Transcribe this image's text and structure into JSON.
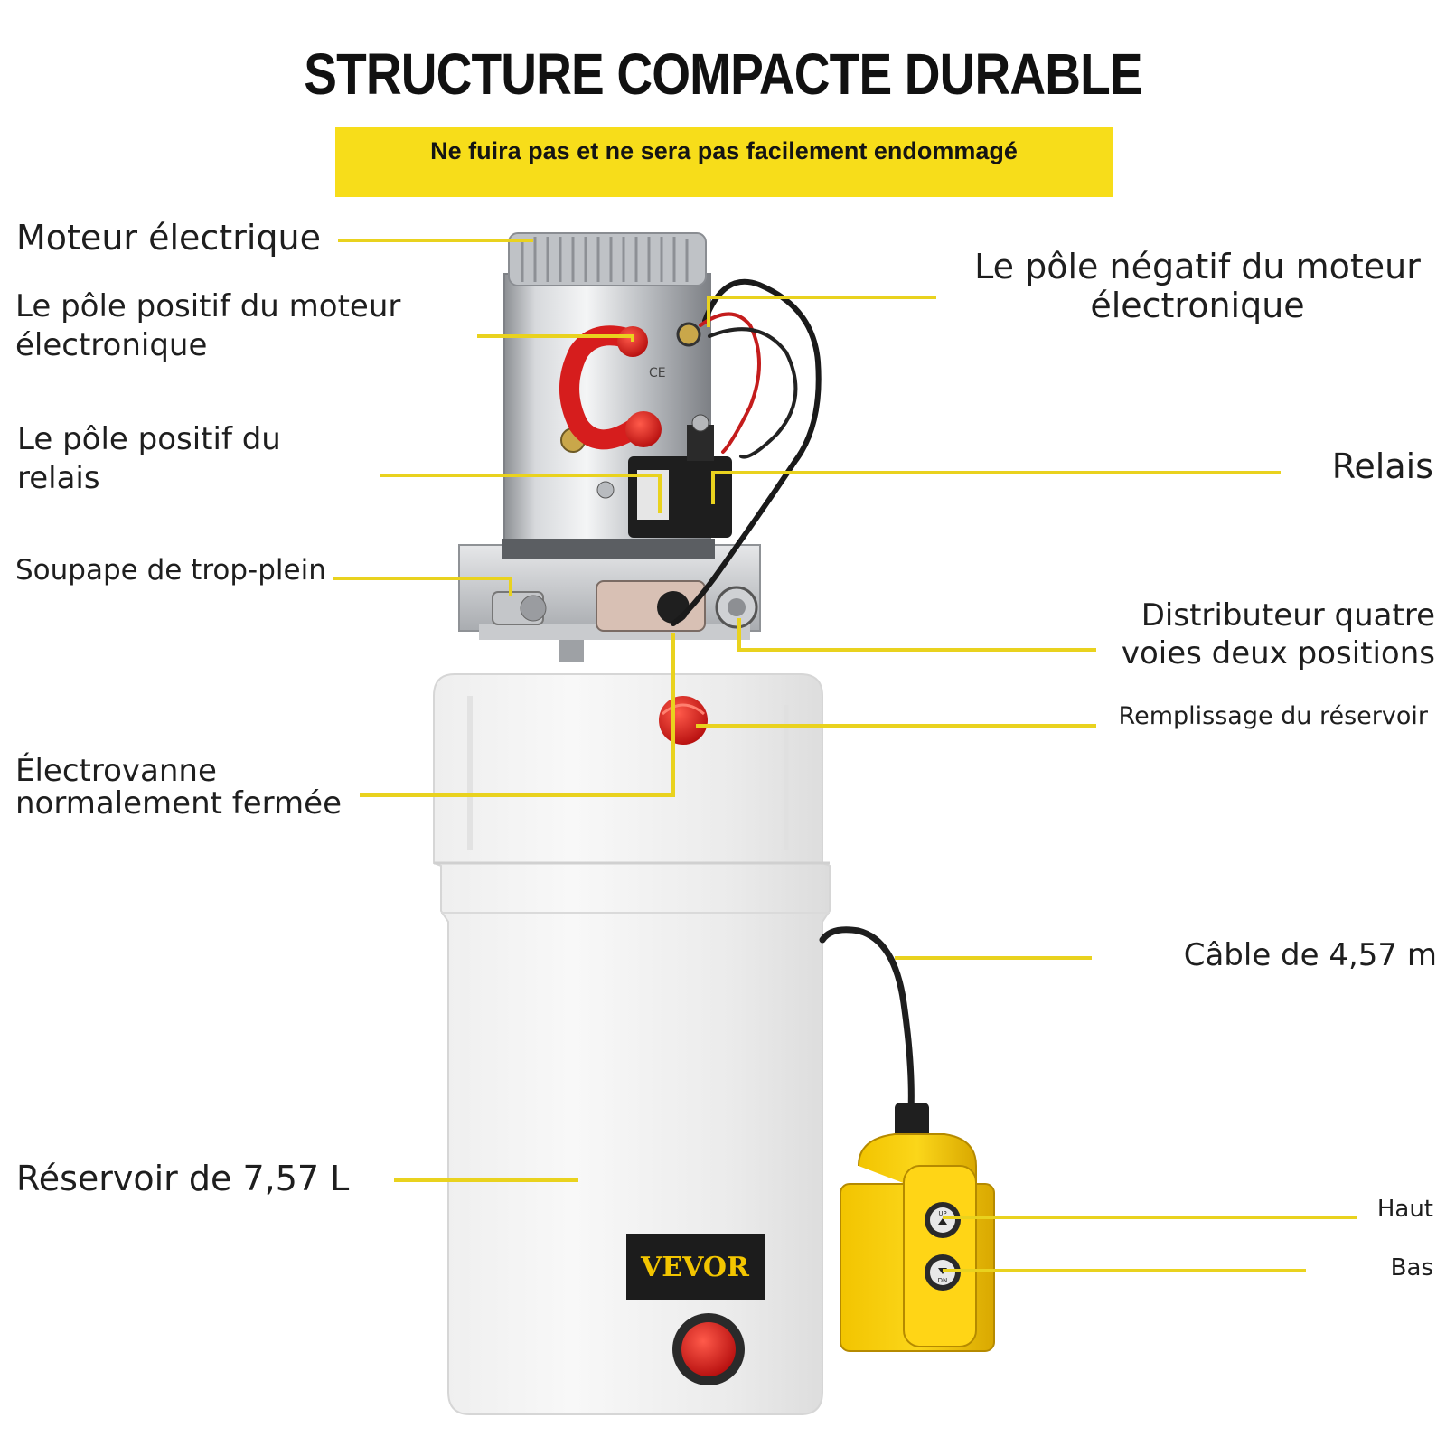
{
  "title": "STRUCTURE COMPACTE DURABLE",
  "banner": {
    "text": "Ne fuira pas et ne sera pas facilement endommagé",
    "color": "#f7dd1a"
  },
  "accent_color": "#e9d21e",
  "brand": "VEVOR",
  "labels": {
    "electric_motor": "Moteur électrique",
    "motor_positive_pole_line1": "Le pôle positif du moteur",
    "motor_positive_pole_line2": "électronique",
    "relay_positive_pole_line1": "Le pôle positif du",
    "relay_positive_pole_line2": "relais",
    "overflow_valve": "Soupape de trop-plein",
    "solenoid_valve_line1": "Électrovanne",
    "solenoid_valve_line2": "normalement fermée",
    "reservoir": "Réservoir de 7,57 L",
    "motor_negative_pole_line1": "Le pôle négatif du moteur",
    "motor_negative_pole_line2": "électronique",
    "relay": "Relais",
    "directional_valve_line1": "Distributeur quatre",
    "directional_valve_line2": "voies deux positions",
    "tank_filling": "Remplissage du réservoir",
    "cable": "Câble de 4,57 m",
    "up": "Haut",
    "down": "Bas"
  },
  "controller_buttons": {
    "up": "UP",
    "down": "DN"
  },
  "motor_marking": "CE",
  "icons": [
    "up-arrow-icon",
    "down-arrow-icon"
  ]
}
